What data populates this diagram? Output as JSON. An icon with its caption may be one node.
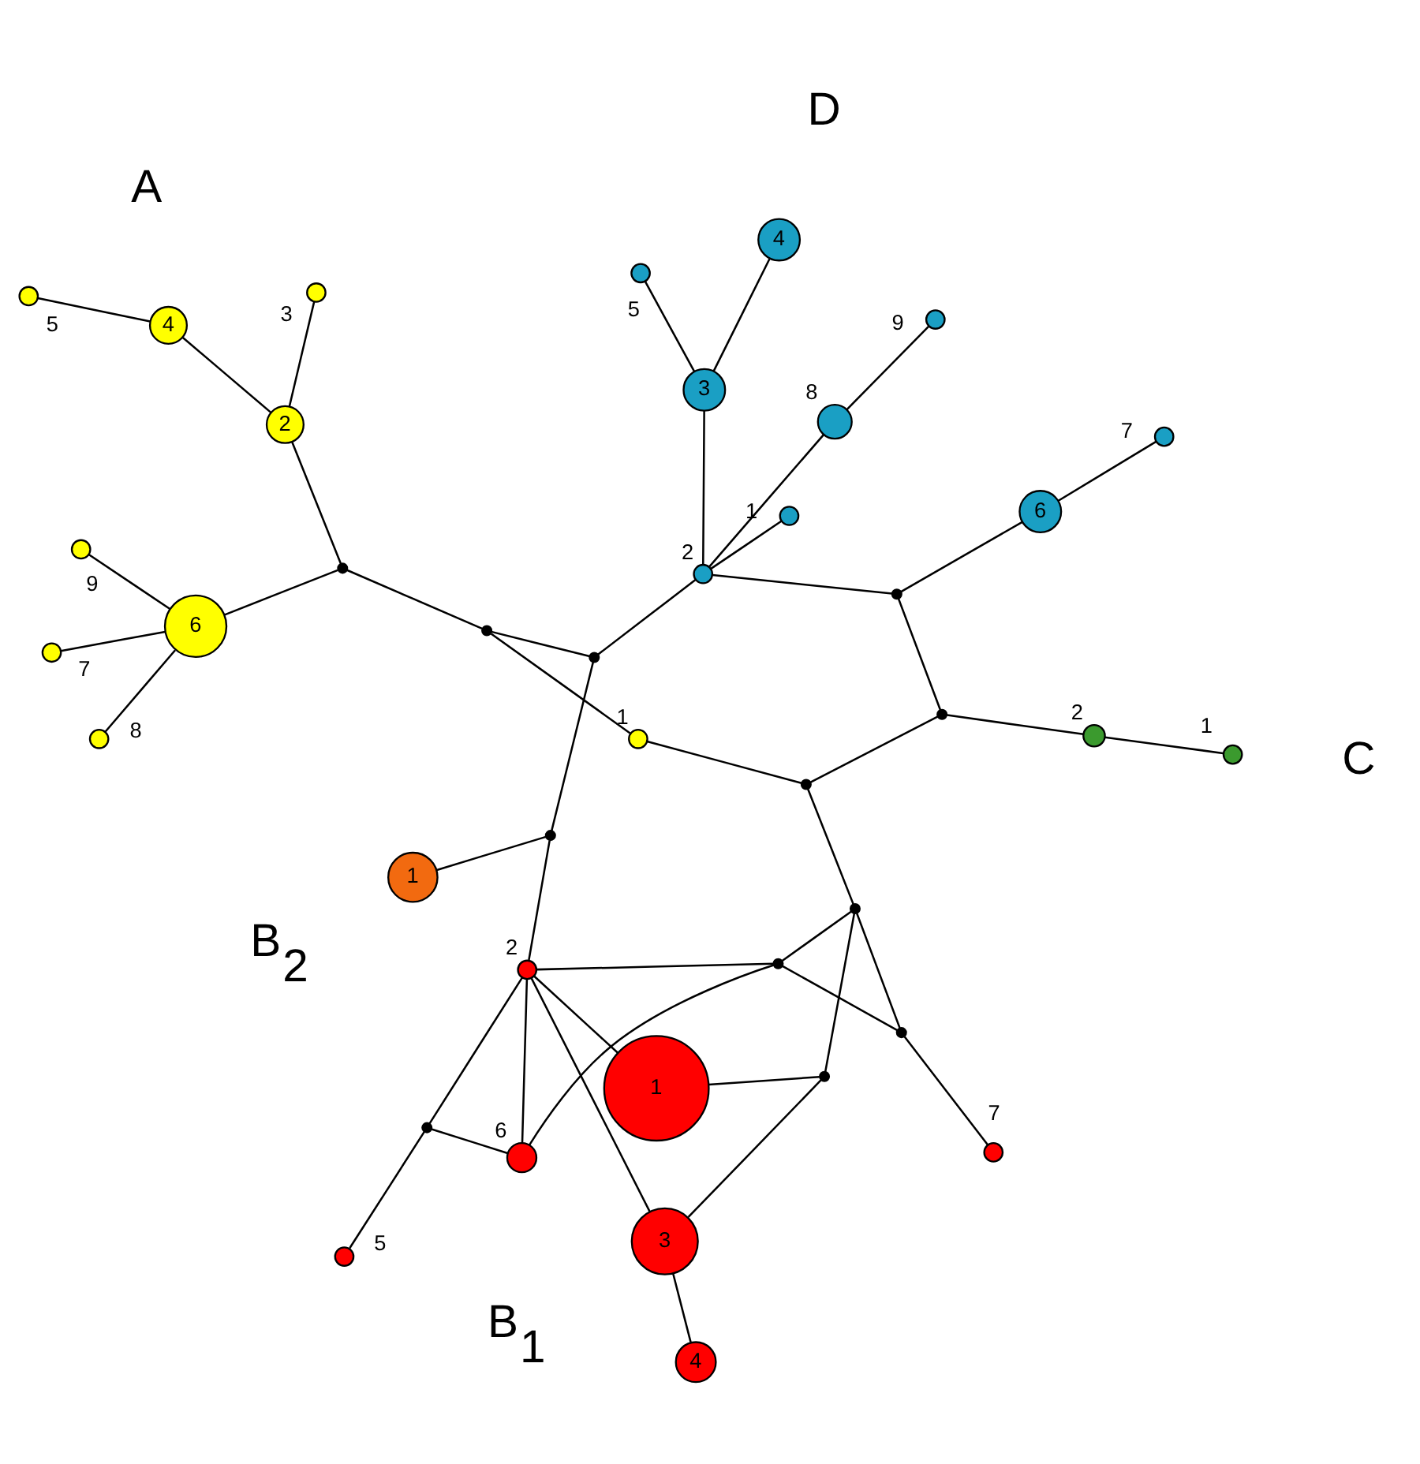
{
  "diagram": {
    "nodes": [
      {
        "text": [
          "1"
        ]
      },
      {
        "text": [],
        "shape": "circle",
        "beside": [
          "5"
        ]
      },
      {
        "text": [],
        "shape": "circle"
      },
      {
        "text": [],
        "shape": "circle"
      },
      {
        "text": [],
        "shape": "circle",
        "beside": [
          "2"
        ]
      },
      {
        "text": [],
        "shape": "circle",
        "beside": [
          "6"
        ]
      },
      {
        "text": [
          "3"
        ]
      },
      {
        "text": [
          "1"
        ]
      },
      {
        "text": [],
        "shape": "circle"
      },
      {
        "text": [],
        "shape": "circle"
      },
      {
        "text": [],
        "shape": "circle",
        "beside": [
          "7"
        ]
      },
      {
        "text": [
          "4"
        ]
      },
      {
        "text": [],
        "shape": "circle"
      },
      {
        "text": [],
        "shape": "circle"
      },
      {
        "text": [],
        "shape": "circle",
        "beside": [
          "7"
        ]
      },
      {
        "text": [],
        "shape": "circle",
        "beside": [
          "1"
        ]
      },
      {
        "text": [
          "6"
        ]
      },
      {
        "text": [
          "4"
        ]
      },
      {
        "text": [],
        "shape": "circle"
      },
      {
        "text": [
          "3"
        ]
      },
      {
        "text": [],
        "shape": "circle",
        "beside": [
          "2"
        ]
      },
      {
        "text": [],
        "shape": "circle",
        "beside": [
          "5"
        ]
      },
      {
        "text": [],
        "shape": "circle",
        "beside": [
          "8"
        ]
      },
      {
        "text": [],
        "shape": "circle",
        "beside": [
          "9"
        ]
      },
      {
        "text": [],
        "shape": "circle",
        "beside": [
          "2"
        ]
      },
      {
        "text": [],
        "shape": "circle",
        "beside": [
          "1"
        ]
      },
      {
        "text": [],
        "shape": "circle"
      },
      {
        "text": [],
        "shape": "circle"
      },
      {
        "text": [],
        "shape": "circle"
      },
      {
        "text": [],
        "shape": "circle",
        "beside": [
          "1"
        ]
      },
      {
        "text": [],
        "shape": "circle"
      },
      {
        "text": [],
        "shape": "circle"
      },
      {
        "text": [],
        "shape": "circle",
        "beside": [
          "7"
        ]
      },
      {
        "text": [
          "2"
        ]
      },
      {
        "text": [],
        "shape": "circle",
        "beside": [
          "3"
        ]
      },
      {
        "text": [],
        "shape": "circle",
        "beside": [
          "8"
        ]
      },
      {
        "text": [
          "6"
        ]
      },
      {
        "text": [
          "4"
        ]
      },
      {
        "text": [],
        "shape": "circle",
        "beside": [
          "9"
        ]
      },
      {
        "text": [],
        "shape": "circle",
        "beside": [
          "5"
        ]
      }
    ],
    "edges": [
      {
        "from": 0,
        "to": 3,
        "arrow": "none"
      },
      {
        "from": 3,
        "to": 4,
        "arrow": "none"
      },
      {
        "from": 1,
        "to": 2,
        "arrow": "none"
      },
      {
        "from": 2,
        "to": 4,
        "arrow": "none"
      },
      {
        "from": 2,
        "to": 5,
        "arrow": "none"
      },
      {
        "from": 4,
        "to": 5,
        "arrow": "none"
      },
      {
        "from": 4,
        "to": 6,
        "arrow": "none"
      },
      {
        "from": 4,
        "to": 7,
        "arrow": "none"
      },
      {
        "from": 4,
        "to": 8,
        "arrow": "none"
      },
      {
        "from": 5,
        "to": 8,
        "arrow": "none"
      },
      {
        "from": 8,
        "to": 9,
        "arrow": "none"
      },
      {
        "from": 8,
        "to": 13,
        "arrow": "none"
      },
      {
        "from": 9,
        "to": 10,
        "arrow": "none"
      },
      {
        "from": 9,
        "to": 13,
        "arrow": "none"
      },
      {
        "from": 6,
        "to": 11,
        "arrow": "none"
      },
      {
        "from": 6,
        "to": 12,
        "arrow": "none"
      },
      {
        "from": 7,
        "to": 12,
        "arrow": "none"
      },
      {
        "from": 12,
        "to": 13,
        "arrow": "none"
      },
      {
        "from": 3,
        "to": 27,
        "arrow": "none"
      },
      {
        "from": 13,
        "to": 28,
        "arrow": "none"
      },
      {
        "from": 14,
        "to": 16,
        "arrow": "none"
      },
      {
        "from": 16,
        "to": 18,
        "arrow": "none"
      },
      {
        "from": 18,
        "to": 20,
        "arrow": "none"
      },
      {
        "from": 15,
        "to": 20,
        "arrow": "none"
      },
      {
        "from": 17,
        "to": 19,
        "arrow": "none"
      },
      {
        "from": 19,
        "to": 21,
        "arrow": "none"
      },
      {
        "from": 19,
        "to": 20,
        "arrow": "none"
      },
      {
        "from": 20,
        "to": 22,
        "arrow": "none"
      },
      {
        "from": 22,
        "to": 23,
        "arrow": "none"
      },
      {
        "from": 18,
        "to": 26,
        "arrow": "none"
      },
      {
        "from": 20,
        "to": 27,
        "arrow": "none"
      },
      {
        "from": 27,
        "to": 30,
        "arrow": "none"
      },
      {
        "from": 30,
        "to": 29,
        "arrow": "none"
      },
      {
        "from": 29,
        "to": 28,
        "arrow": "none"
      },
      {
        "from": 28,
        "to": 26,
        "arrow": "none"
      },
      {
        "from": 26,
        "to": 24,
        "arrow": "none"
      },
      {
        "from": 24,
        "to": 25,
        "arrow": "none"
      },
      {
        "from": 30,
        "to": 31,
        "arrow": "none"
      },
      {
        "from": 31,
        "to": 36,
        "arrow": "none"
      },
      {
        "from": 31,
        "to": 33,
        "arrow": "none"
      },
      {
        "from": 33,
        "to": 34,
        "arrow": "none"
      },
      {
        "from": 33,
        "to": 37,
        "arrow": "none"
      },
      {
        "from": 36,
        "to": 32,
        "arrow": "none"
      },
      {
        "from": 36,
        "to": 35,
        "arrow": "none"
      },
      {
        "from": 36,
        "to": 38,
        "arrow": "none"
      },
      {
        "from": 37,
        "to": 39,
        "arrow": "none"
      }
    ],
    "labels": [
      "B$_{2}$",
      "B$_{1}$",
      "D",
      "C",
      "A"
    ]
  }
}
